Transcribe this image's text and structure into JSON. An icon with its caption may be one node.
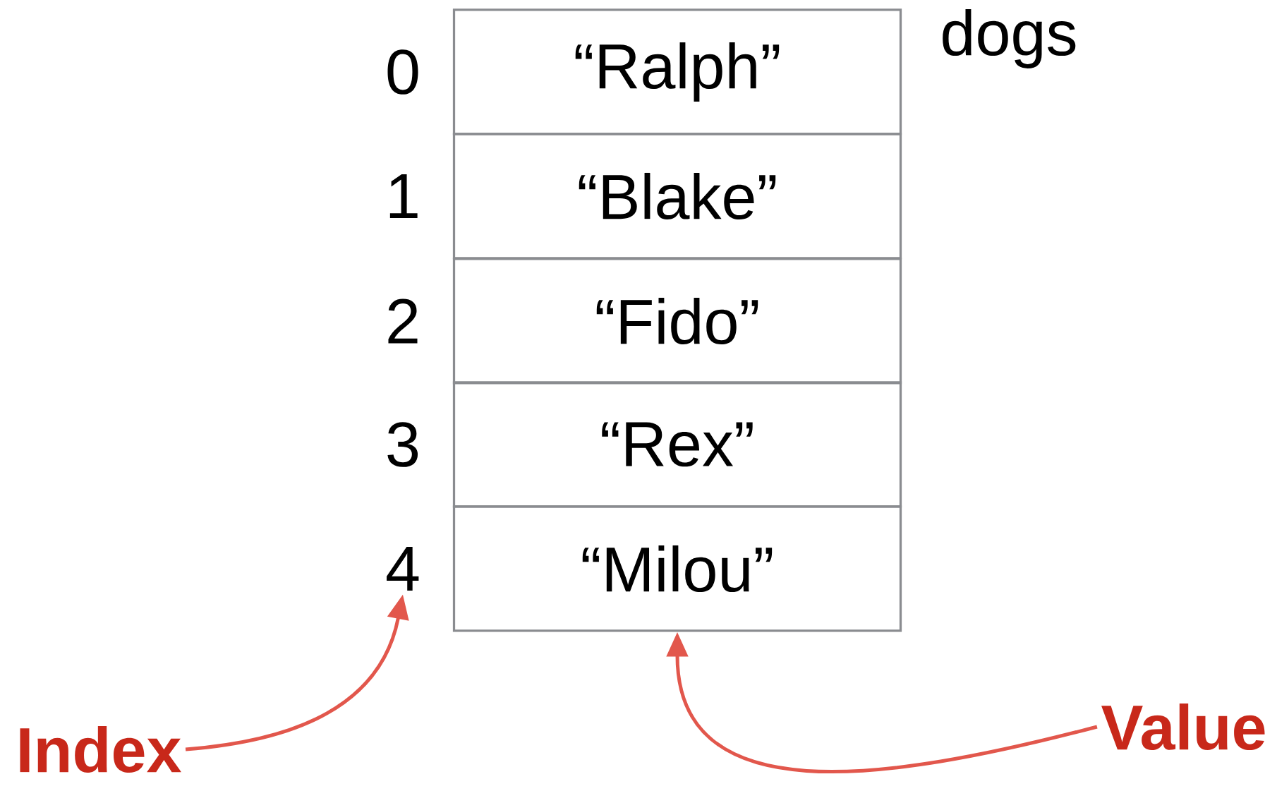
{
  "diagram": {
    "nodes": [
      {
        "text": [
          "“Ralph”"
        ]
      },
      {
        "text": [
          "“Blake”"
        ]
      },
      {
        "text": [
          "“Fido”"
        ]
      },
      {
        "text": [
          "“Rex”"
        ]
      },
      {
        "text": [
          "“Milou”"
        ]
      },
      {
        "text": [
          "0"
        ]
      },
      {
        "text": [
          "1"
        ]
      },
      {
        "text": [
          "2"
        ]
      },
      {
        "text": [
          "3"
        ]
      },
      {
        "text": [
          "4"
        ]
      },
      {
        "text": [
          "Index"
        ]
      },
      {
        "text": [
          "Value"
        ]
      }
    ],
    "edges": [
      {
        "from": 10,
        "to": 9,
        "arrow": "to",
        "color": "#e2574c"
      },
      {
        "from": 11,
        "to": 4,
        "arrow": "to",
        "color": "#e2574c"
      }
    ],
    "labels": [
      "dogs"
    ]
  }
}
